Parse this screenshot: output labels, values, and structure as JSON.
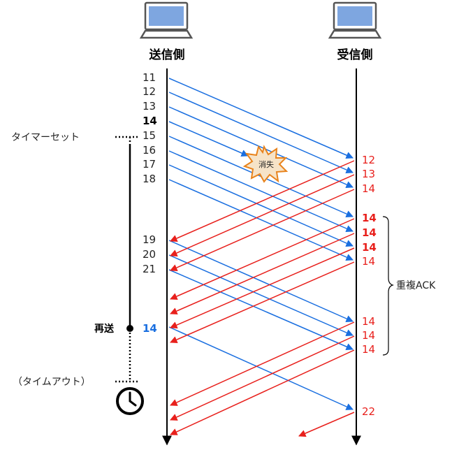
{
  "sender": {
    "label": "送信側"
  },
  "receiver": {
    "label": "受信側"
  },
  "sender_numbers": [
    "11",
    "12",
    "13",
    "14",
    "15",
    "16",
    "17",
    "18",
    "19",
    "20",
    "21"
  ],
  "receiver_acks": [
    "12",
    "13",
    "14",
    "14",
    "14",
    "14",
    "14",
    "14",
    "14",
    "14",
    "22"
  ],
  "timer_set_label": "タイマーセット",
  "lost_label": "消失",
  "duplicate_ack_label": "重複ACK",
  "resend_label": "再送",
  "resend_number": "14",
  "timeout_label": "（タイムアウト）",
  "colors": {
    "data_arrow": "#1a6fe0",
    "ack_arrow": "#e8201c",
    "timeline": "#000000"
  },
  "icons": [
    "laptop-icon",
    "laptop-icon",
    "explosion-icon",
    "clock-icon"
  ]
}
